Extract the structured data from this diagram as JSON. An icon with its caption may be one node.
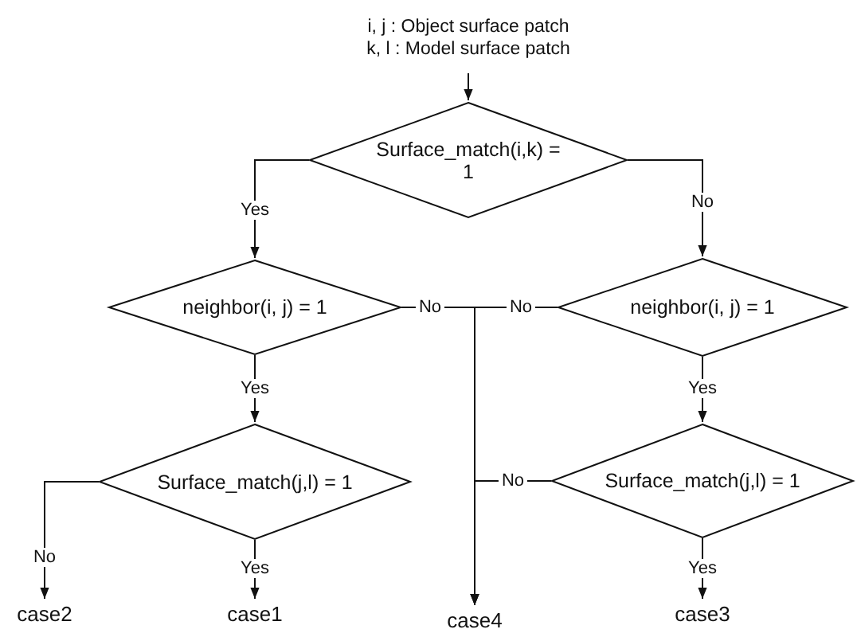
{
  "diagram": {
    "nodes": [
      {
        "text": [
          "i, j : Object surface patch",
          "k, l : Model surface patch"
        ]
      },
      {
        "text": [
          "Surface_match(i,k) = 1"
        ]
      },
      {
        "text": [
          "neighbor(i, j) = 1"
        ]
      },
      {
        "text": [
          "neighbor(i, j) = 1"
        ]
      },
      {
        "text": [
          "Surface_match(j,l) = 1"
        ]
      },
      {
        "text": [
          "Surface_match(j,l) = 1"
        ]
      },
      {
        "text": [
          "case2"
        ]
      },
      {
        "text": [
          "case1"
        ]
      },
      {
        "text": [
          "case4"
        ]
      },
      {
        "text": [
          "case3"
        ]
      }
    ],
    "edges": [
      {
        "from": 0,
        "to": 1,
        "arrow": "to"
      },
      {
        "from": 1,
        "to": 2,
        "arrow": "to",
        "label": "Yes"
      },
      {
        "from": 1,
        "to": 3,
        "arrow": "to",
        "label": "No"
      },
      {
        "from": 2,
        "to": 4,
        "arrow": "to",
        "label": "Yes"
      },
      {
        "from": 3,
        "to": 5,
        "arrow": "to",
        "label": "Yes"
      },
      {
        "from": 4,
        "to": 6,
        "arrow": "to",
        "label": "No"
      },
      {
        "from": 4,
        "to": 7,
        "arrow": "to",
        "label": "Yes"
      },
      {
        "from": 5,
        "to": 9,
        "arrow": "to",
        "label": "Yes"
      },
      {
        "from": 2,
        "to": 8,
        "arrow": "to",
        "label": "No"
      },
      {
        "from": 3,
        "to": 8,
        "arrow": "to",
        "label": "No"
      },
      {
        "from": 5,
        "to": 8,
        "arrow": "to",
        "label": "No"
      }
    ]
  }
}
